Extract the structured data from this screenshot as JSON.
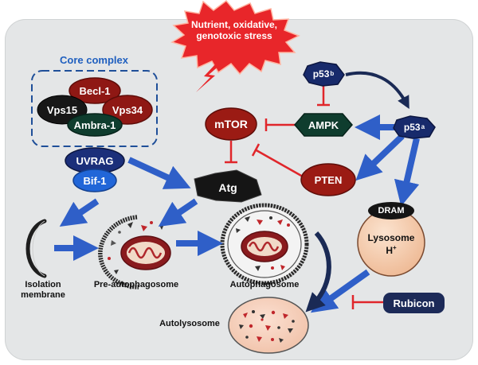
{
  "stress": {
    "line1": "Nutrient, oxidative,",
    "line2": "genotoxic stress"
  },
  "core_complex": {
    "title": "Core complex",
    "beclin": "Becl-1",
    "vps15": "Vps15",
    "vps34": "Vps34",
    "ambra": "Ambra-1"
  },
  "uvrag": "UVRAG",
  "bif1": "Bif-1",
  "atg": "Atg",
  "mtor": "mTOR",
  "ampk": "AMPK",
  "pten": "PTEN",
  "p53b": {
    "base": "p53",
    "sub": "b"
  },
  "p53a": {
    "base": "p53",
    "sub": "a"
  },
  "dram": "DRAM",
  "lysosome": {
    "label": "Lysosome",
    "ion": "H",
    "charge": "+"
  },
  "rubicon": "Rubicon",
  "stages": {
    "isolation_line1": "Isolation",
    "isolation_line2": "membrane",
    "pre_autophagosome": "Pre-autophagosome",
    "autophagosome": "Autophagosome",
    "autolysosome": "Autolysosome"
  },
  "colors": {
    "background_panel": "#e4e6e7",
    "stress_burst": "#e8262a",
    "core_complex_title": "#1f5fbf",
    "arrow_blue": "#2f5fc8",
    "inhibit_red": "#e0262b",
    "mtor_red": "#9b1b14",
    "ampk_green": "#0f3d2e",
    "p53_navy": "#172a6b",
    "uvrag_navy": "#1b2f7a",
    "bif1_blue": "#2166d8",
    "lysosome_peach": "#f2c7a4",
    "mitochondria_red": "#b0282c",
    "rubicon_navy": "#1c2a58"
  },
  "icons": [
    "stress-burst-icon",
    "lightning-bolt-icon",
    "mitochondrion-icon",
    "inhibition-bar-icon"
  ]
}
